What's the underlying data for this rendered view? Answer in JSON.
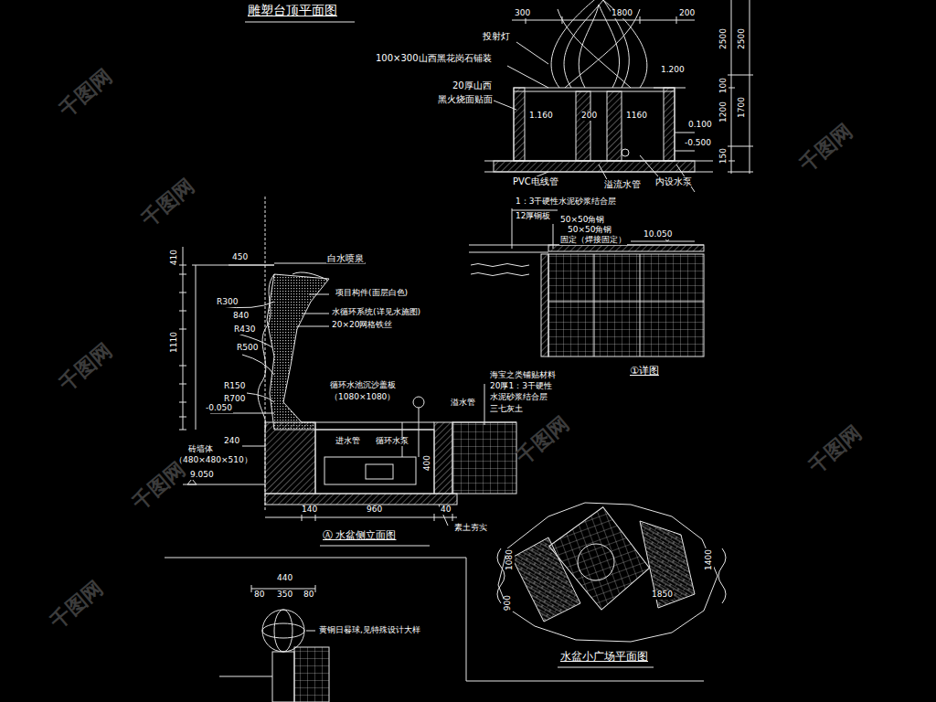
{
  "diagram": {
    "labels": [
      "雕塑台顶平面图",
      "300",
      "1800",
      "200",
      "投射灯",
      "100×300山西黑花岗石铺装",
      "1.200",
      "20厚山西",
      "黑火烧面贴面",
      "1.160",
      "200",
      "1160",
      "0.100",
      "-0.500",
      "PVC电线管",
      "溢流水管",
      "内设水泵",
      "2500",
      "2500",
      "100",
      "1200",
      "1700",
      "150",
      "1：3干硬性水泥砂浆结合层",
      "12厚铜板",
      "50×50角钢",
      "50×50角钢",
      "固定（焊接固定）",
      "10.050",
      "①详图",
      "410",
      "450",
      "白水喷泉",
      "项目构件(面层白色)",
      "水循环系统(详见水施图)",
      "20×20网格铁丝",
      "1110",
      "R300",
      "840",
      "R430",
      "R500",
      "R150",
      "R700",
      "-0.050",
      "循环水池沉沙盖板",
      "（1080×1080）",
      "海宝之类铺贴材料",
      "20厚1：3干硬性",
      "水泥砂浆结合层",
      "三七灰土",
      "溢水管",
      "进水管",
      "循环水泵",
      "400",
      "240",
      "砖墙体",
      "（480×480×510）",
      "9.050",
      "140",
      "960",
      "40",
      "素土夯实",
      "Ⓐ 水盆侧立面图",
      "440",
      "80",
      "350",
      "80",
      "黄铜日晷球,见特殊设计大样",
      "水盆小广场平面图",
      "1080",
      "900",
      "1400",
      "1850",
      "千图网",
      "千图网",
      "千图网",
      "千图网",
      "千图网",
      "千图网",
      "千图网",
      "千图网"
    ]
  }
}
